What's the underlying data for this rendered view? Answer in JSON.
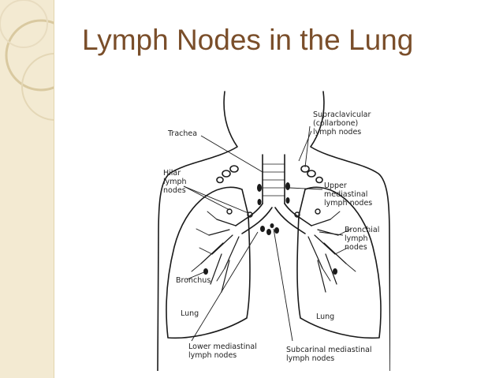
{
  "title": "Lymph Nodes in the Lung",
  "labels": {
    "supraclavicular": [
      "Supraclavicular",
      "(collarbone)",
      "lymph nodes"
    ],
    "trachea": [
      "Trachea"
    ],
    "hilar": [
      "Hilar",
      "lymph",
      "nodes"
    ],
    "upper_mediastinal": [
      "Upper",
      "mediastinal",
      "lymph nodes"
    ],
    "bronchial": [
      "Bronchial",
      "lymph",
      "nodes"
    ],
    "bronchus": [
      "Bronchus"
    ],
    "lung_left": [
      "Lung"
    ],
    "lung_right": [
      "Lung"
    ],
    "lower_mediastinal": [
      "Lower mediastinal",
      "lymph nodes"
    ],
    "subcarinal": [
      "Subcarinal mediastinal",
      "lymph nodes"
    ]
  },
  "colors": {
    "title": "#7a4e2a",
    "band": "#f3ead2",
    "ink": "#1a1a1a"
  }
}
